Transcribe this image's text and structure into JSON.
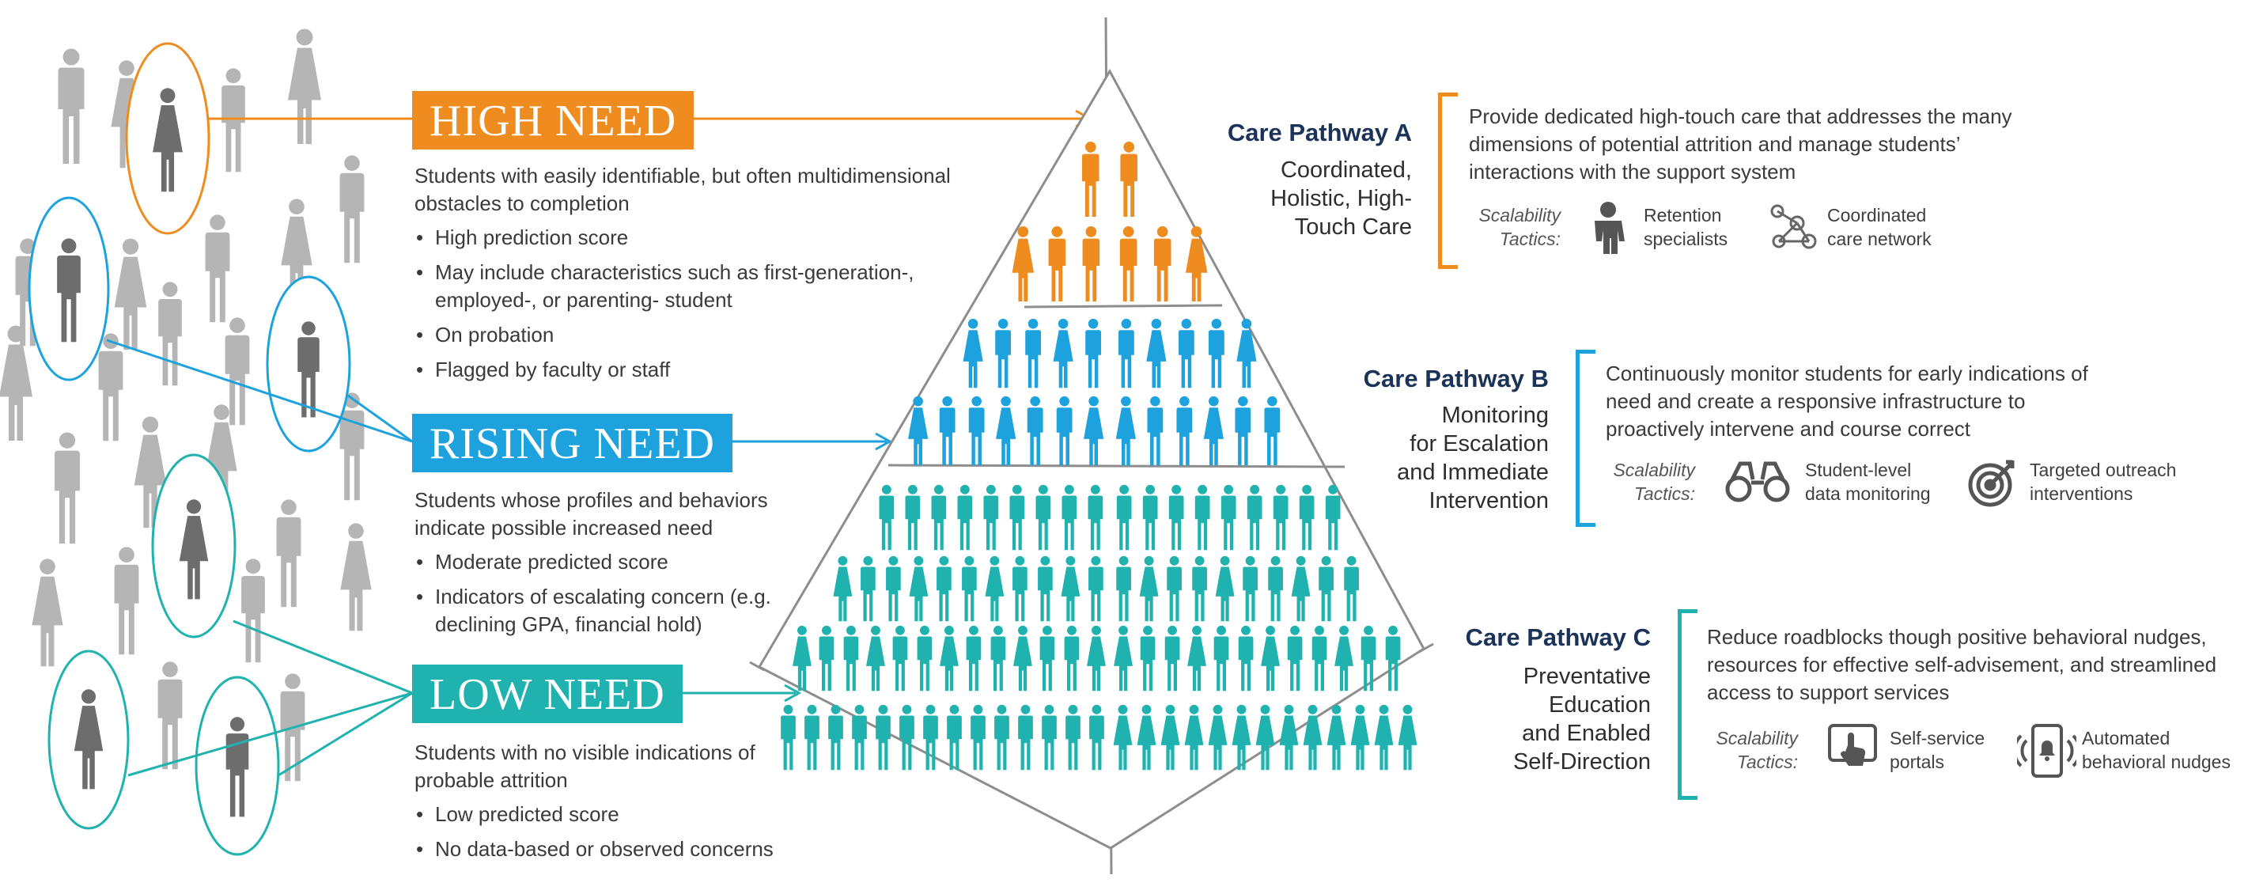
{
  "colors": {
    "high": "#ef8c1f",
    "rising": "#1ea2dd",
    "low": "#20b2ae",
    "gray": "#b5b5b5",
    "navy": "#1c3359"
  },
  "needs": {
    "high": {
      "label": "HIGH NEED",
      "intro": "Students with easily identifiable, but often multidimensional obstacles to completion",
      "bullets": [
        "High prediction score",
        "May include characteristics such as first-generation-, employed-, or parenting- student",
        "On probation",
        "Flagged by faculty or staff"
      ]
    },
    "rising": {
      "label": "RISING NEED",
      "intro": "Students whose profiles and behaviors indicate possible increased need",
      "bullets": [
        "Moderate predicted score",
        "Indicators of escalating concern (e.g. declining GPA, financial hold)"
      ]
    },
    "low": {
      "label": "LOW NEED",
      "intro": "Students with no visible indications of probable attrition",
      "bullets": [
        "Low predicted score",
        "No data-based or observed concerns"
      ]
    }
  },
  "pathways": [
    {
      "title": "Care Pathway A",
      "subtitle_lines": [
        "Coordinated,",
        "Holistic, High-",
        "Touch Care"
      ],
      "description": "Provide dedicated high-touch care that addresses the many dimensions of potential attrition and manage students’ interactions with the support system",
      "tactics_label": [
        "Scalability",
        "Tactics:"
      ],
      "tactics": [
        {
          "icon": "person-icon",
          "lines": [
            "Retention",
            "specialists"
          ]
        },
        {
          "icon": "network-icon",
          "lines": [
            "Coordinated",
            "care network"
          ]
        }
      ]
    },
    {
      "title": "Care Pathway B",
      "subtitle_lines": [
        "Monitoring",
        "for Escalation",
        "and Immediate",
        "Intervention"
      ],
      "description": "Continuously monitor students for early indications of need and create a responsive infrastructure to proactively intervene and course correct",
      "tactics_label": [
        "Scalability",
        "Tactics:"
      ],
      "tactics": [
        {
          "icon": "binoculars-icon",
          "lines": [
            "Student-level",
            "data monitoring"
          ]
        },
        {
          "icon": "target-icon",
          "lines": [
            "Targeted outreach",
            "interventions"
          ]
        }
      ]
    },
    {
      "title": "Care Pathway C",
      "subtitle_lines": [
        "Preventative",
        "Education",
        "and Enabled",
        "Self-Direction"
      ],
      "description": "Reduce roadblocks though positive behavioral nudges, resources for effective self-advisement, and streamlined access to support services",
      "tactics_label": [
        "Scalability",
        "Tactics:"
      ],
      "tactics": [
        {
          "icon": "touch-screen-icon",
          "lines": [
            "Self-service",
            "portals"
          ]
        },
        {
          "icon": "phone-alert-icon",
          "lines": [
            "Automated",
            "behavioral nudges"
          ]
        }
      ]
    }
  ]
}
